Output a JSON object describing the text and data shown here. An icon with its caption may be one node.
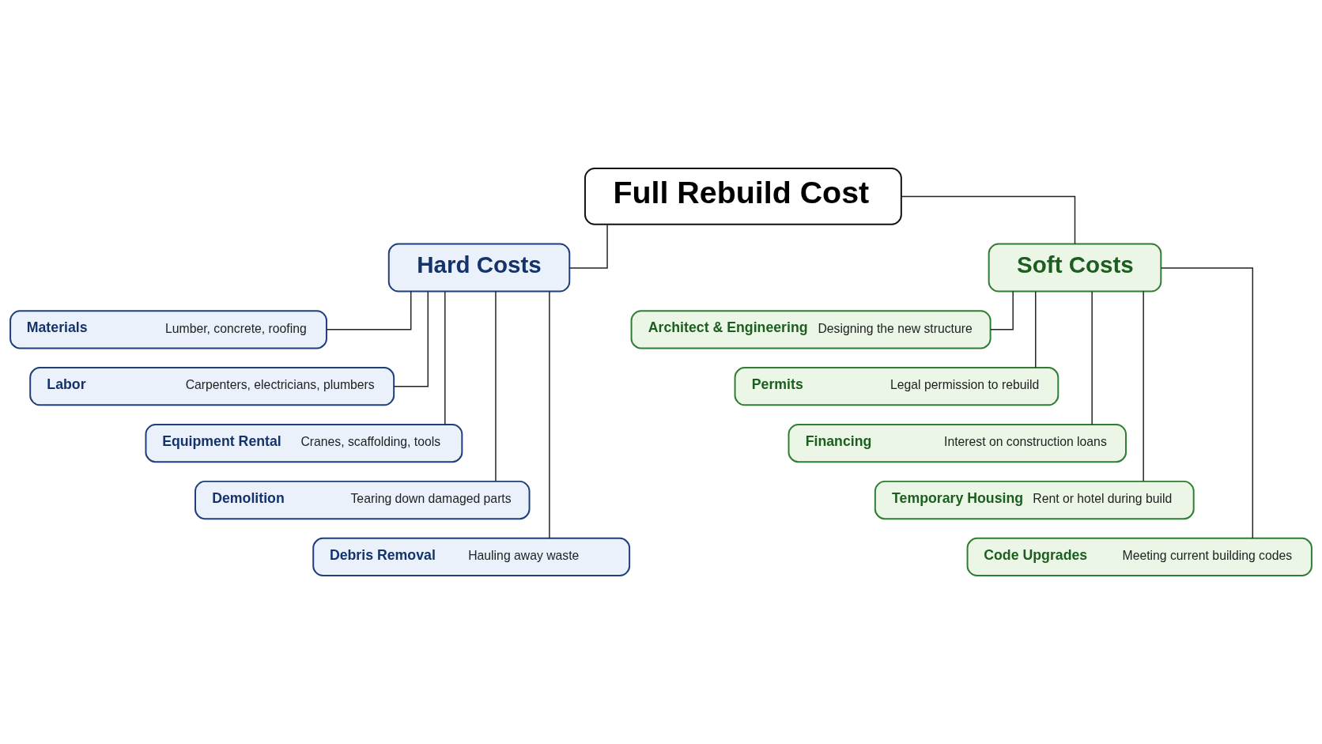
{
  "diagram": {
    "nodes": [
      {
        "text": [
          "Full Rebuild Cost"
        ]
      },
      {
        "text": [
          "Hard Costs"
        ]
      },
      {
        "text": [
          "Soft Costs"
        ]
      },
      {
        "text": [
          "Materials",
          "Lumber, concrete, roofing"
        ]
      },
      {
        "text": [
          "Labor",
          "Carpenters, electricians, plumbers"
        ]
      },
      {
        "text": [
          "Equipment Rental",
          "Cranes, scaffolding, tools"
        ]
      },
      {
        "text": [
          "Demolition",
          "Tearing down damaged parts"
        ]
      },
      {
        "text": [
          "Debris Removal",
          "Hauling away waste"
        ]
      },
      {
        "text": [
          "Architect & Engineering",
          "Designing the new structure"
        ]
      },
      {
        "text": [
          "Permits",
          "Legal permission to rebuild"
        ]
      },
      {
        "text": [
          "Financing",
          "Interest on construction loans"
        ]
      },
      {
        "text": [
          "Temporary Housing",
          "Rent or hotel during build"
        ]
      },
      {
        "text": [
          "Code Upgrades",
          "Meeting current building codes"
        ]
      }
    ],
    "edges": [
      {
        "from": 0,
        "to": 1,
        "arrow": "none"
      },
      {
        "from": 0,
        "to": 2,
        "arrow": "none"
      },
      {
        "from": 1,
        "to": 3,
        "arrow": "none"
      },
      {
        "from": 1,
        "to": 4,
        "arrow": "none"
      },
      {
        "from": 1,
        "to": 5,
        "arrow": "none"
      },
      {
        "from": 1,
        "to": 6,
        "arrow": "none"
      },
      {
        "from": 1,
        "to": 7,
        "arrow": "none"
      },
      {
        "from": 2,
        "to": 8,
        "arrow": "none"
      },
      {
        "from": 2,
        "to": 9,
        "arrow": "none"
      },
      {
        "from": 2,
        "to": 10,
        "arrow": "none"
      },
      {
        "from": 2,
        "to": 11,
        "arrow": "none"
      },
      {
        "from": 2,
        "to": 12,
        "arrow": "none"
      }
    ]
  }
}
